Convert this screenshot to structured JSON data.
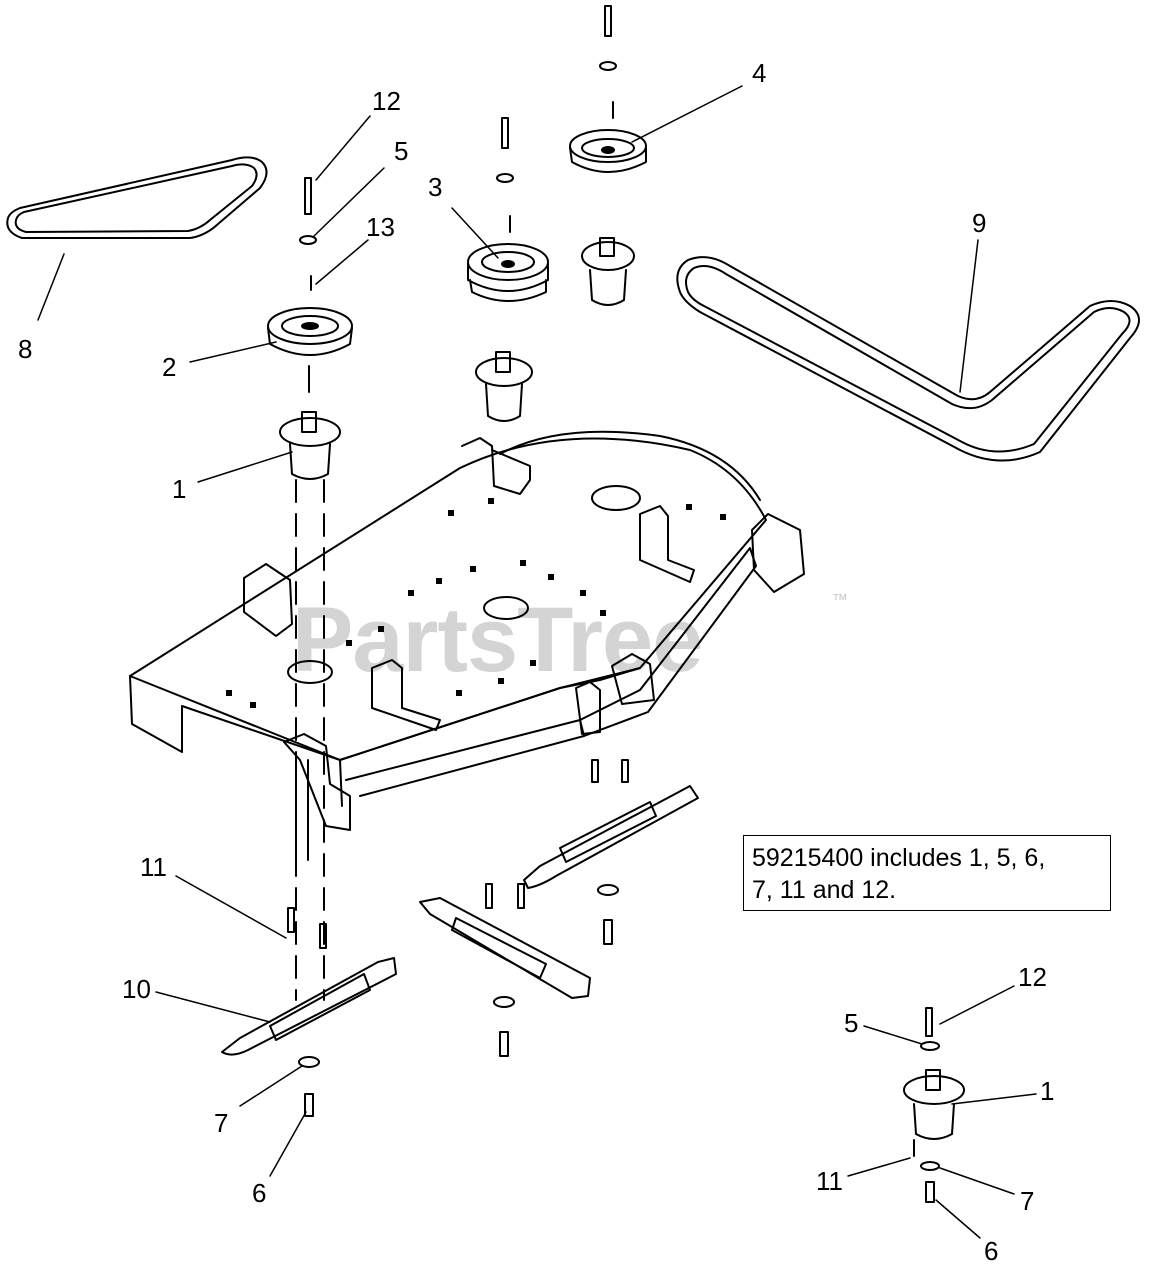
{
  "watermark": {
    "text": "PartsTree",
    "trademark": "™"
  },
  "note": {
    "line1": "59215400 includes 1, 5, 6,",
    "line2": "7, 11 and 12."
  },
  "callouts": {
    "c12_top": "12",
    "c5_top": "5",
    "c13": "13",
    "c3": "3",
    "c4": "4",
    "c8": "8",
    "c2": "2",
    "c9": "9",
    "c1_left": "1",
    "c11_left": "11",
    "c10": "10",
    "c7_left": "7",
    "c6_left": "6",
    "c12_right": "12",
    "c5_right": "5",
    "c1_right": "1",
    "c11_right": "11",
    "c7_right": "7",
    "c6_right": "6"
  }
}
